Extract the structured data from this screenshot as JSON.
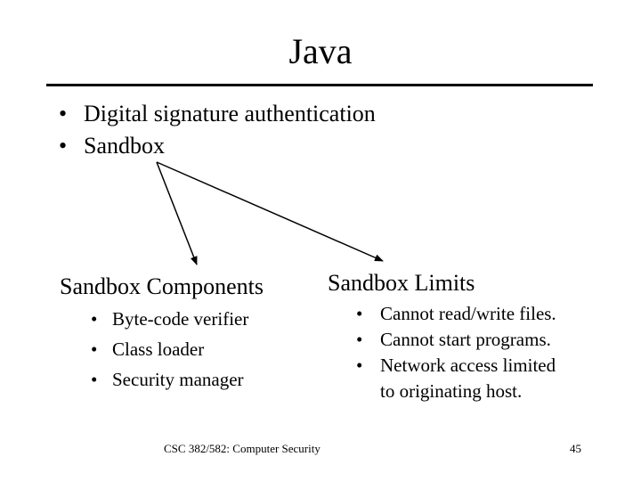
{
  "slide": {
    "title": "Java",
    "bullets": [
      "Digital signature authentication",
      "Sandbox"
    ],
    "components": {
      "heading": "Sandbox Components",
      "items": [
        "Byte-code verifier",
        "Class loader",
        "Security manager"
      ]
    },
    "limits": {
      "heading": "Sandbox Limits",
      "items": [
        "Cannot read/write files.",
        "Cannot start programs.",
        "Network access limited",
        "to originating host."
      ]
    },
    "footer": "CSC 382/582: Computer Security",
    "page_number": "45"
  }
}
